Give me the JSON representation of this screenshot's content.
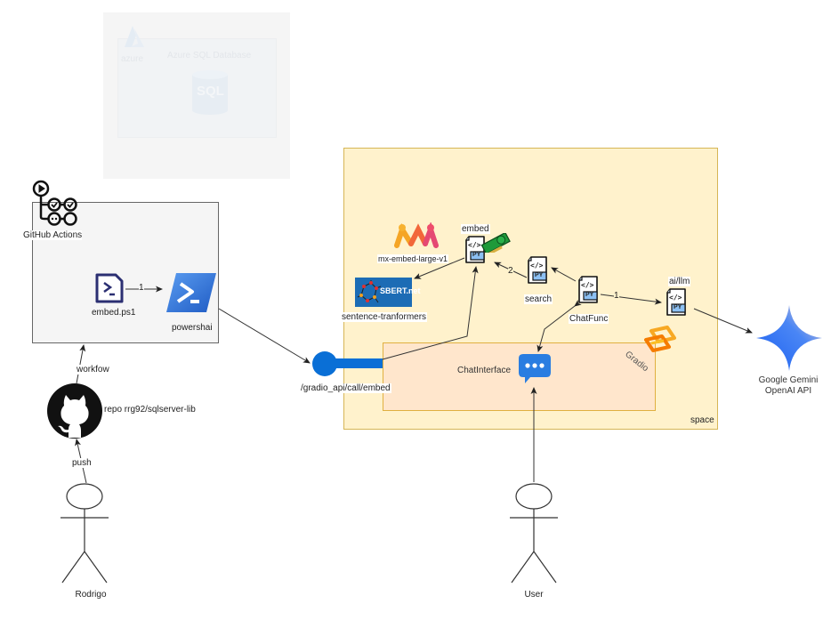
{
  "azure": {
    "brand_label": "azure",
    "db_title": "Azure SQL Database",
    "db_icon_text": "SQL"
  },
  "github_actions": {
    "label": "GitHub  Actions",
    "script_label": "embed.ps1",
    "edge_script_to_powershai": "1",
    "powershai_label": "powershai"
  },
  "repo": {
    "label": "repo rrg92/sqlserver-lib",
    "edge_workflow": "workfow",
    "edge_push": "push"
  },
  "actors": {
    "rodrigo": "Rodrigo",
    "user": "User"
  },
  "space": {
    "label": "space",
    "mx_embed": "mx-embed-large-v1",
    "sbert_logo_text": "SBERT.net",
    "sentence_transformers": "sentence-tranformers",
    "embed": "embed",
    "search": "search",
    "chatfunc": "ChatFunc",
    "ai_llm": "ai/llm",
    "edge_search_to_embed": "2",
    "edge_chatfunc_to_llm": "1",
    "py_badge": "PY",
    "code_glyph": "</>",
    "gradio": {
      "label": "Gradio",
      "chat_interface": "ChatInterface"
    }
  },
  "endpoint": {
    "label": "/gradio_api/call/embed"
  },
  "gemini": {
    "line1": "Google Gemini",
    "line2": "OpenAI API"
  },
  "colors": {
    "space_fill": "#fff2cc",
    "space_border": "#d6b656",
    "gradio_fill": "#ffe6cc",
    "gradio_border": "#e0b040",
    "endpoint_blue": "#0a6fd6",
    "powershell_blue": "#2d6fd6",
    "chat_blue": "#2a7de1"
  }
}
